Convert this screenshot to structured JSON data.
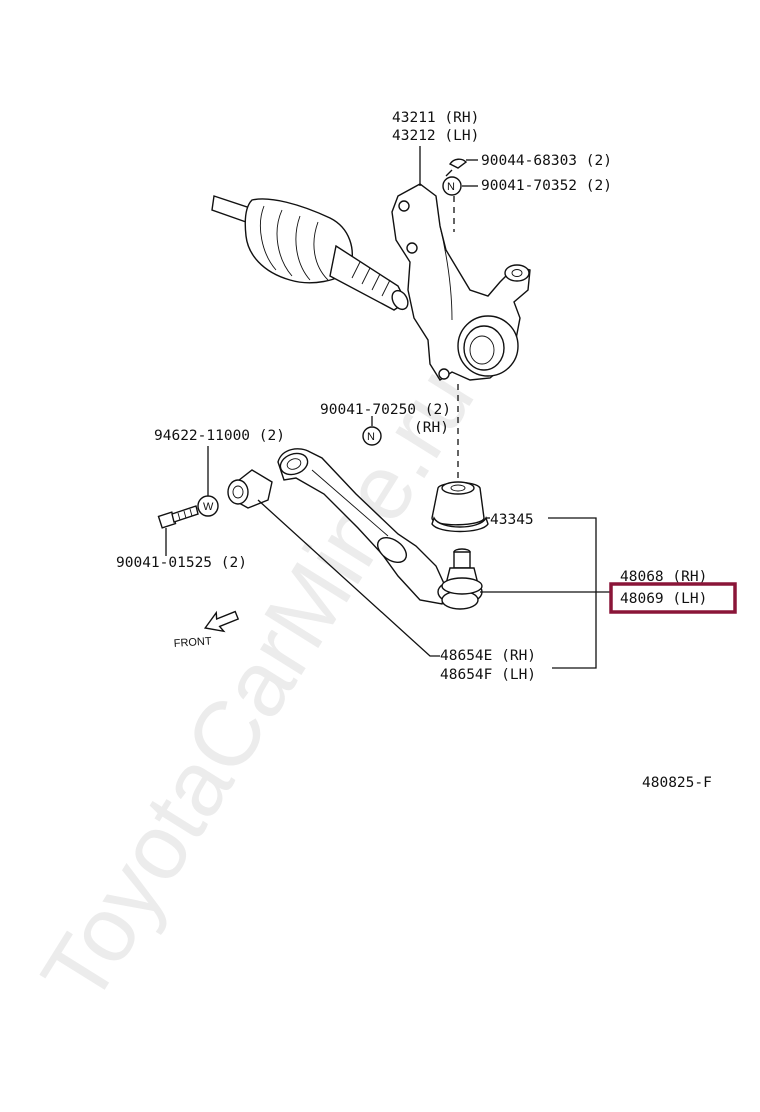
{
  "watermark": "ToyotaCarMine.ru",
  "diagram_code": "480825-F",
  "front_label": "FRONT",
  "labels": {
    "knuckle_rh": "43211 (RH)",
    "knuckle_lh": "43212 (LH)",
    "pin": "90044-68303 (2)",
    "nut_top": "90041-70352 (2)",
    "nut_top_badge": "N",
    "nut_mid": "90041-70250 (2)",
    "nut_mid_sub": "(RH)",
    "nut_mid_badge": "N",
    "washer": "94622-11000 (2)",
    "washer_badge": "W",
    "bolt": "90041-01525 (2)",
    "boot": "43345",
    "ball_joint_rh": "48068 (RH)",
    "ball_joint_lh": "48069 (LH)",
    "arm_rh": "48654E (RH)",
    "arm_lh": "48654F (LH)"
  },
  "highlight": {
    "target": "48069 (LH)",
    "color": "#8a1538"
  }
}
